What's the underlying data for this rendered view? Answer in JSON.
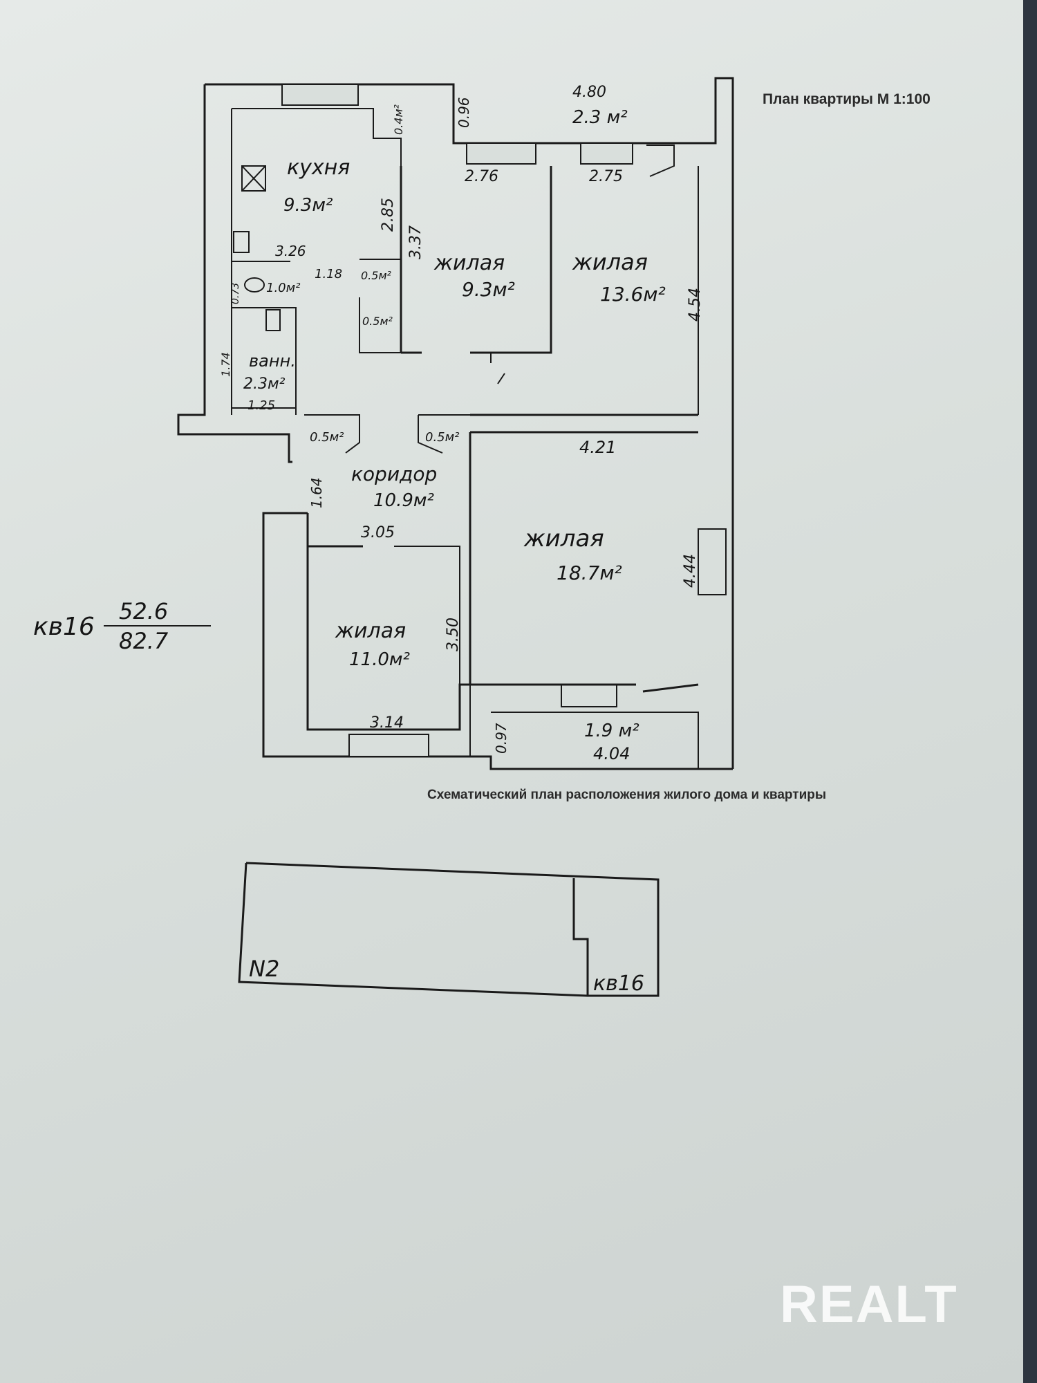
{
  "header": {
    "title": "План квартиры  М 1:100"
  },
  "caption": "Схематический план расположения жилого дома и квартиры",
  "rooms": {
    "kitchen": {
      "name": "кухня",
      "area": "9.3м²"
    },
    "living_1": {
      "name": "жилая",
      "area": "9.3м²"
    },
    "living_2": {
      "name": "жилая",
      "area": "13.6м²"
    },
    "living_3": {
      "name": "жилая",
      "area": "18.7м²"
    },
    "living_4": {
      "name": "жилая",
      "area": "11.0м²"
    },
    "corridor": {
      "name": "коридор",
      "area": "10.9м²"
    },
    "bathroom": {
      "name": "ванн.",
      "area": "2.3м²"
    },
    "wc": {
      "area": "1.0м²"
    },
    "balcony_top": {
      "length": "4.80",
      "area": "2.3 м²",
      "depth": "0.96"
    },
    "balcony_bottom": {
      "area": "1.9 м²",
      "length": "4.04",
      "depth": "0.97"
    },
    "closet_kitchen": {
      "area": "0.4м²"
    },
    "closet_a": {
      "area": "0.5м²"
    },
    "closet_b": {
      "area": "0.5м²"
    },
    "closet_c": {
      "area": "0.5м²"
    },
    "closet_d": {
      "area": "0.5м²"
    }
  },
  "dimensions": {
    "d_276": "2.76",
    "d_275": "2.75",
    "d_285": "2.85",
    "d_337": "3.37",
    "d_326": "3.26",
    "d_118": "1.18",
    "d_454": "4.54",
    "d_421": "4.21",
    "d_444": "4.44",
    "d_164": "1.64",
    "d_305": "3.05",
    "d_350": "3.50",
    "d_314": "3.14",
    "d_174": "1.74",
    "d_125": "1.25",
    "d_073": "0.73"
  },
  "summary": {
    "label": "кв16",
    "numerator": "52.6",
    "denominator": "82.7"
  },
  "site_plan": {
    "house_label": "N2",
    "unit_label": "кв16"
  },
  "watermark": "REALT"
}
